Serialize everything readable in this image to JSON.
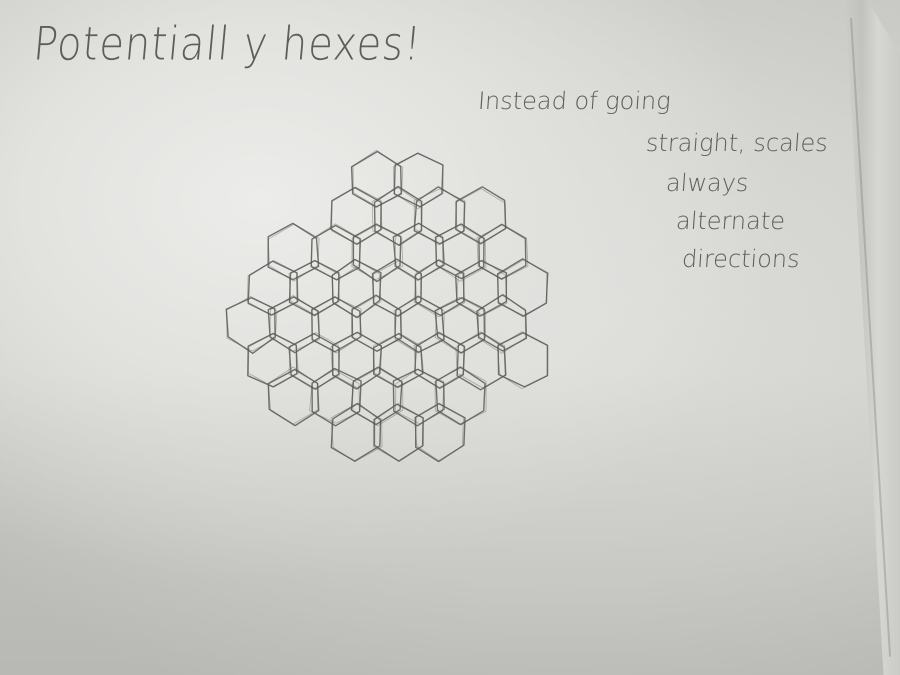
{
  "sketch": {
    "title": "Potentiall y hexes!",
    "note_lines": [
      "Instead of going",
      "straight, scales",
      "always",
      "alternate",
      "directions"
    ]
  },
  "colors": {
    "paper": "#dcdcd8",
    "pencil": "#5a5a56"
  }
}
